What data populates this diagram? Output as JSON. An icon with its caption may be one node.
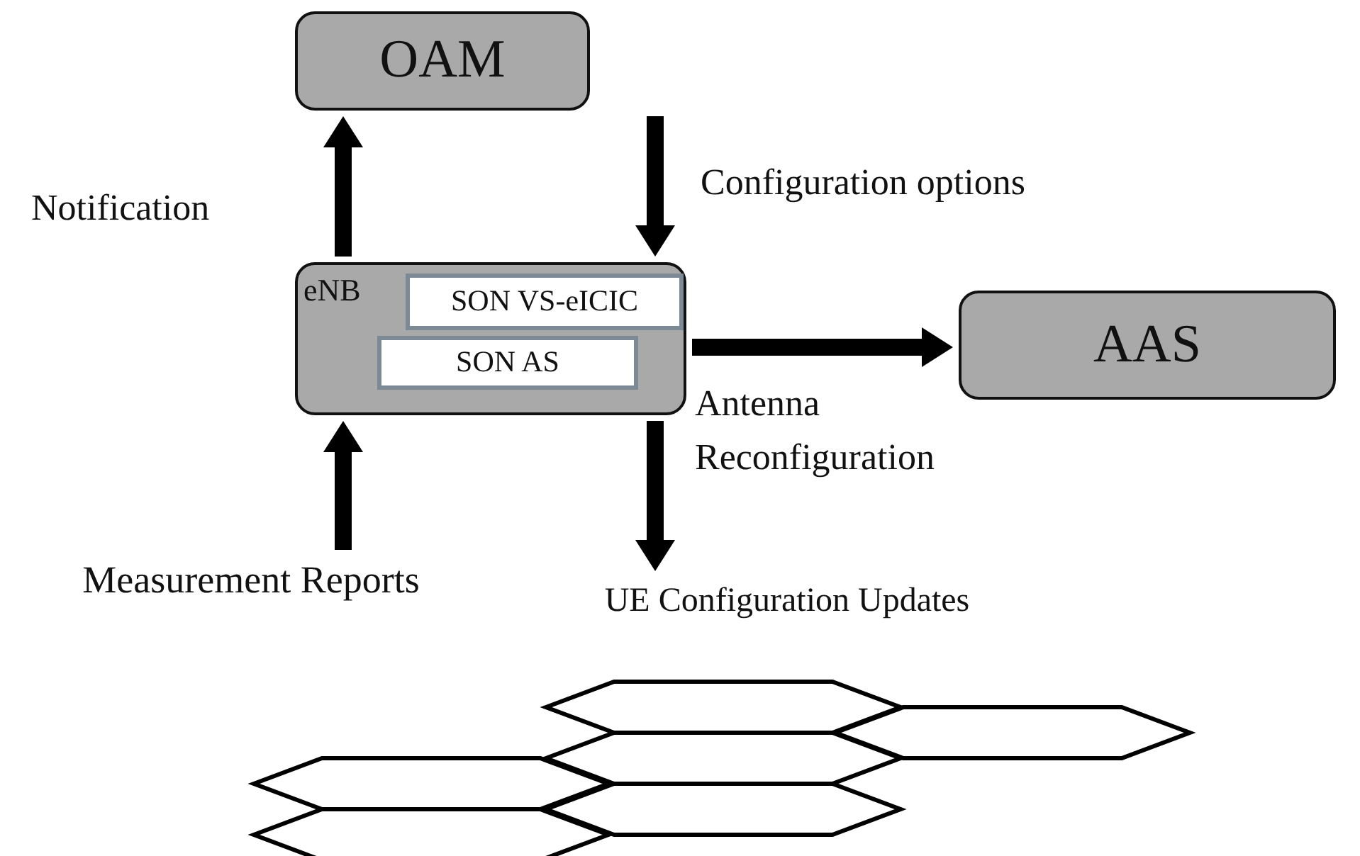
{
  "diagram": {
    "nodes": [
      {
        "text": [
          "OAM"
        ]
      },
      {
        "text": [
          "eNB"
        ]
      },
      {
        "text": [
          "SON VS-eICIC"
        ],
        "in": 1
      },
      {
        "text": [
          "SON AS"
        ],
        "in": 1
      },
      {
        "text": [
          "AAS"
        ]
      },
      {
        "text": [
          "Measurement Reports"
        ]
      },
      {
        "text": [
          "UE Configuration Updates"
        ]
      }
    ],
    "edges": [
      {
        "from": 1,
        "to": 0,
        "arrow": "to",
        "label": "Notification"
      },
      {
        "from": 0,
        "to": 1,
        "arrow": "to",
        "label": "Configuration options"
      },
      {
        "from": 1,
        "to": 4,
        "arrow": "to",
        "label": "Antenna Reconfiguration"
      },
      {
        "from": 5,
        "to": 1,
        "arrow": "to"
      },
      {
        "from": 1,
        "to": 6,
        "arrow": "to"
      }
    ]
  }
}
